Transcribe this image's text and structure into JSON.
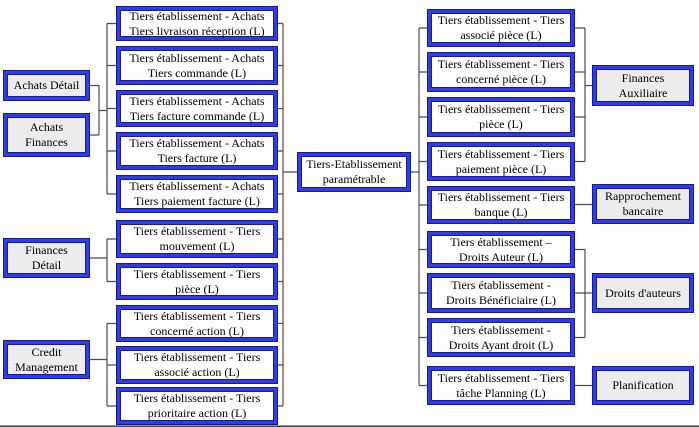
{
  "diagram_title": "Tiers-Etablissement paramétrable hierarchy",
  "colors": {
    "box_border_blue": "#2e3cec",
    "box_border_edge": "#1a1a8e",
    "group_fill": "#ececec",
    "node_fill": "#ffffff",
    "connector_gray": "#4d4d4d",
    "text": "#000000",
    "background": "#ffffff"
  },
  "center_node": {
    "label": "Tiers-Etablissement\nparamétrable"
  },
  "left_groups": [
    {
      "label": "Achats Détail"
    },
    {
      "label": "Achats\nFinances"
    },
    {
      "label": "Finances\nDétail"
    },
    {
      "label": "Credit\nManagement"
    }
  ],
  "left_nodes": [
    {
      "label": "Tiers établissement - Achats\nTiers livraison réception (L)"
    },
    {
      "label": "Tiers établissement - Achats\nTiers commande (L)"
    },
    {
      "label": "Tiers établissement - Achats\nTiers facture commande (L)"
    },
    {
      "label": "Tiers établissement - Achats\nTiers facture (L)"
    },
    {
      "label": "Tiers établissement - Achats\nTiers paiement facture (L)"
    },
    {
      "label": "Tiers établissement - Tiers\nmouvement (L)"
    },
    {
      "label": "Tiers établissement - Tiers\npièce (L)"
    },
    {
      "label": "Tiers établissement - Tiers\nconcerné action (L)"
    },
    {
      "label": "Tiers établissement - Tiers\nassocié action (L)"
    },
    {
      "label": "Tiers établissement - Tiers\nprioritaire action (L)"
    }
  ],
  "right_nodes": [
    {
      "label": "Tiers établissement - Tiers\nassocié pièce (L)"
    },
    {
      "label": "Tiers établissement - Tiers\nconcerné pièce (L)"
    },
    {
      "label": "Tiers établissement - Tiers\npièce (L)"
    },
    {
      "label": "Tiers établissement - Tiers\npaiement pièce (L)"
    },
    {
      "label": "Tiers établissement - Tiers\nbanque (L)"
    },
    {
      "label": "Tiers établissement –\nDroits Auteur (L)"
    },
    {
      "label": "Tiers établissement -\nDroits Bénéficiaire (L)"
    },
    {
      "label": "Tiers établissement -\nDroits Ayant droit (L)"
    },
    {
      "label": "Tiers établissement - Tiers\ntâche Planning (L)"
    }
  ],
  "right_groups": [
    {
      "label": "Finances\nAuxiliaire"
    },
    {
      "label": "Rapprochement\nbancaire"
    },
    {
      "label": "Droits d'auteurs"
    },
    {
      "label": "Planification"
    }
  ]
}
